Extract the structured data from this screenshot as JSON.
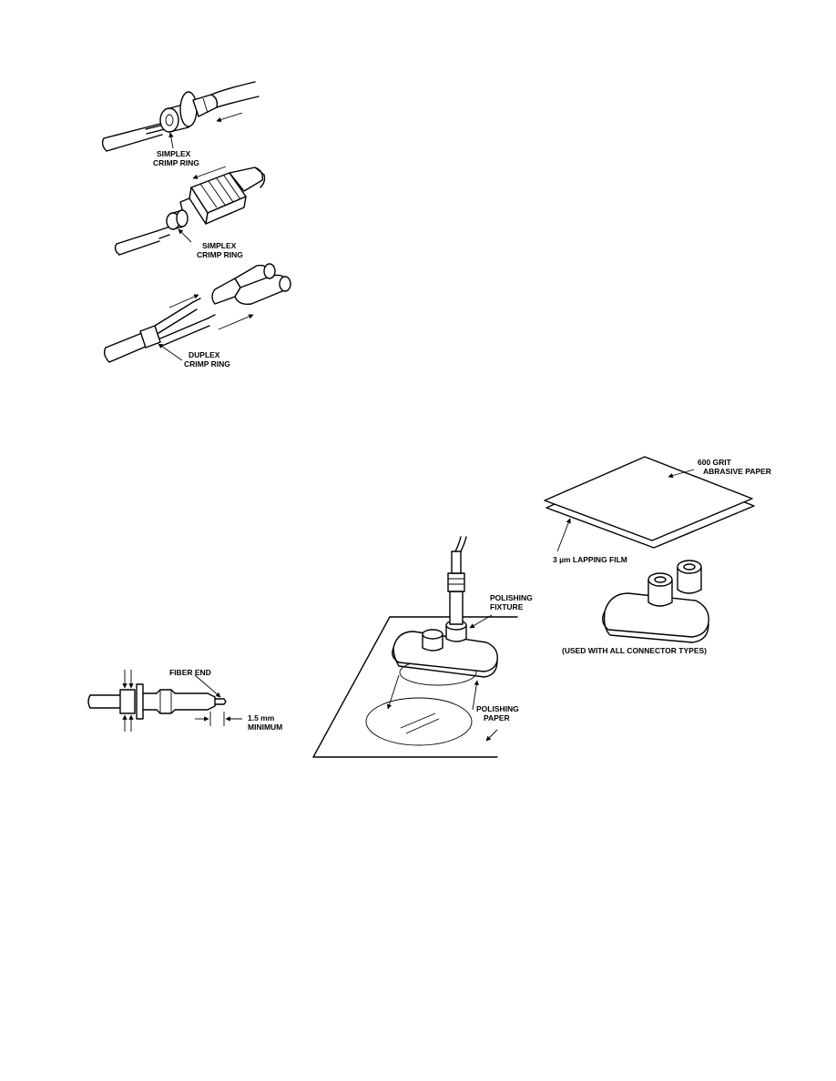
{
  "labels": {
    "simplex_1": [
      "SIMPLEX",
      "CRIMP RING"
    ],
    "simplex_2": [
      "SIMPLEX",
      "CRIMP RING"
    ],
    "duplex": [
      "DUPLEX",
      "CRIMP RING"
    ],
    "fiber_end": "FIBER END",
    "min_length": [
      "1.5 mm",
      "MINIMUM"
    ],
    "polishing_fixture": [
      "POLISHING",
      "FIXTURE"
    ],
    "polishing_paper": [
      "POLISHING",
      "PAPER"
    ],
    "abrasive_paper": [
      "600 GRIT",
      "ABRASIVE PAPER"
    ],
    "lapping_film": "3 µm LAPPING FILM",
    "used_with": "(USED WITH ALL CONNECTOR TYPES)"
  }
}
